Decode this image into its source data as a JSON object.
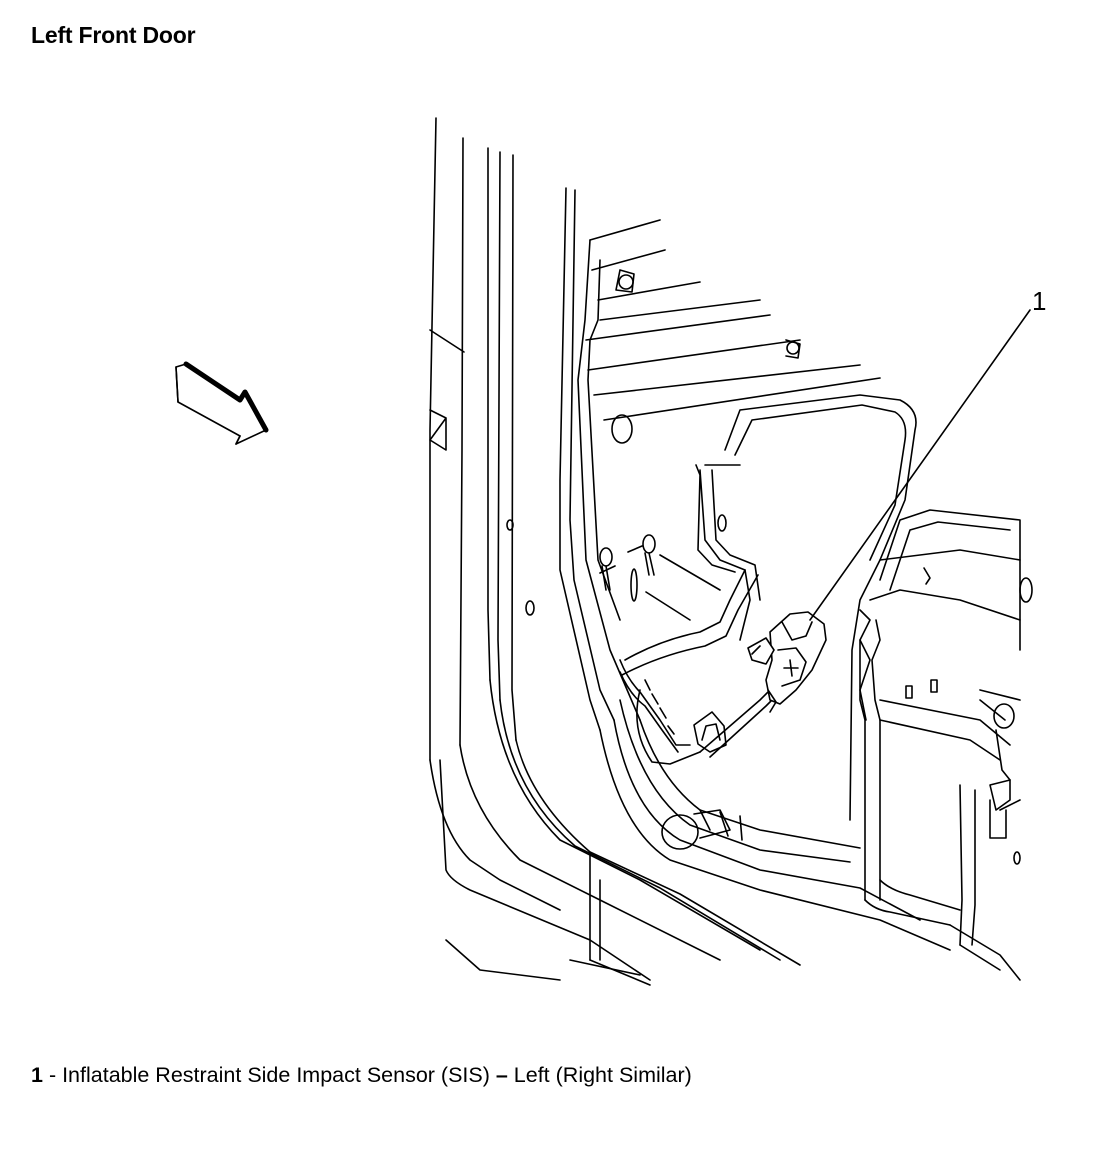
{
  "title": "Left Front Door",
  "callout": {
    "number": "1"
  },
  "legend": {
    "number": "1",
    "sep1": " - ",
    "desc1": "Inflatable Restraint Side Impact Sensor (SIS)",
    "sep2": " – ",
    "desc2": "Left (Right Similar)"
  },
  "icons": {
    "direction_arrow": "view-direction-arrow-icon"
  }
}
